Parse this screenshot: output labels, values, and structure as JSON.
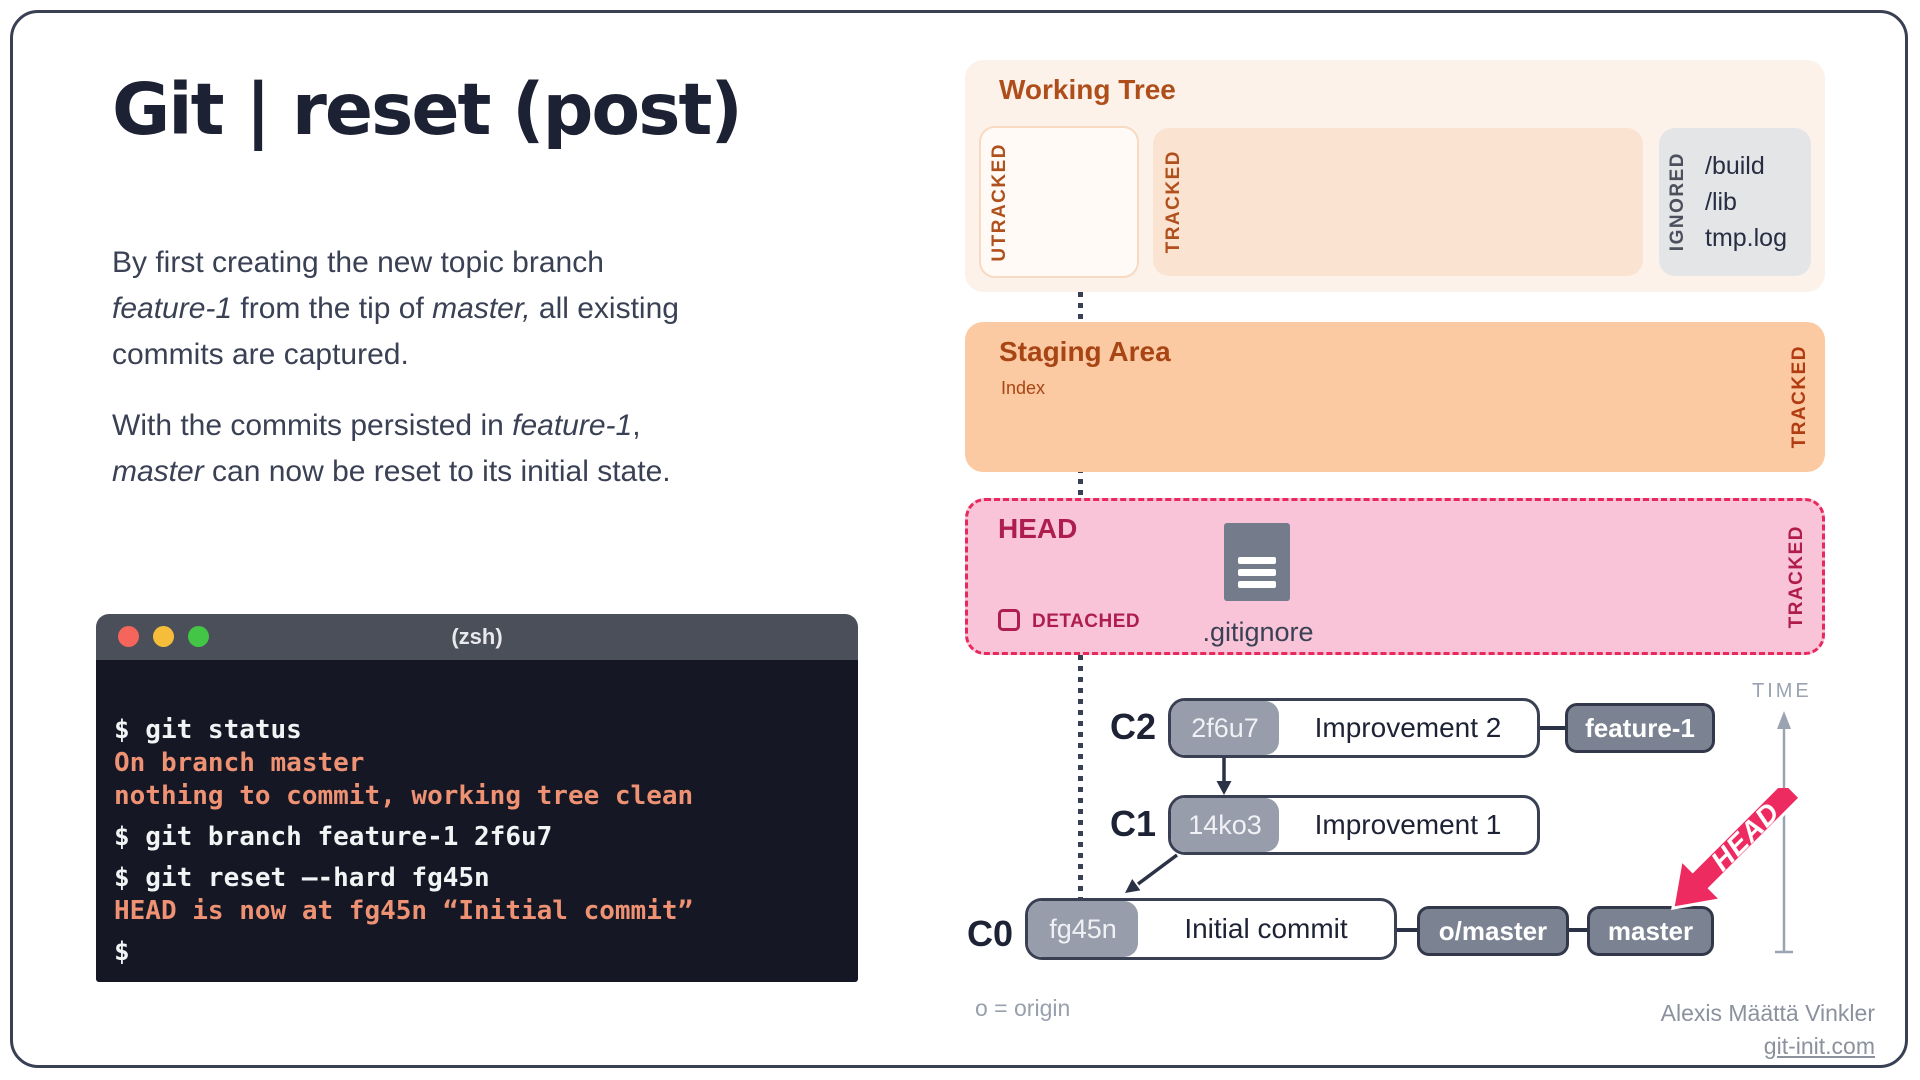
{
  "header": {
    "title": "Git | reset (post)"
  },
  "intro": {
    "paragraphs": [
      {
        "segments": [
          {
            "text": "By first creating the new topic branch"
          },
          {
            "br": true
          },
          {
            "text": "feature-1",
            "italic": true
          },
          {
            "text": " from the tip of "
          },
          {
            "text": "master,",
            "italic": true
          },
          {
            "text": " all existing"
          },
          {
            "br": true
          },
          {
            "text": "commits are captured."
          }
        ]
      },
      {
        "segments": [
          {
            "text": "With the commits persisted in "
          },
          {
            "text": "feature-1",
            "italic": true
          },
          {
            "text": ","
          },
          {
            "br": true
          },
          {
            "text": "master",
            "italic": true
          },
          {
            "text": " can now be reset to its initial state."
          }
        ]
      }
    ]
  },
  "terminal": {
    "title": "(zsh)",
    "traffic_lights": [
      "close",
      "minimize",
      "zoom"
    ],
    "lines": [
      {
        "text": "$ git status",
        "style": "cmd",
        "gap": false
      },
      {
        "text": "On branch master",
        "style": "out",
        "gap": false
      },
      {
        "text": "nothing to commit, working tree clean",
        "style": "out",
        "gap": false
      },
      {
        "text": "$ git branch feature-1 2f6u7",
        "style": "cmd",
        "gap": true
      },
      {
        "text": "$ git reset —-hard fg45n",
        "style": "cmd",
        "gap": true
      },
      {
        "text": "HEAD is now at fg45n “Initial commit”",
        "style": "out",
        "gap": false
      },
      {
        "text": "$",
        "style": "cmd",
        "gap": true
      }
    ]
  },
  "diagram": {
    "working_tree": {
      "title": "Working Tree",
      "untracked_label": "UTRACKED",
      "tracked_label": "TRACKED",
      "ignored_label": "IGNORED",
      "ignored_files": [
        "/build",
        "/lib",
        "tmp.log"
      ]
    },
    "staging_area": {
      "title": "Staging Area",
      "subtitle": "Index",
      "tracked_label": "TRACKED"
    },
    "head_panel": {
      "title": "HEAD",
      "detached_label": "DETACHED",
      "file_name": ".gitignore",
      "tracked_label": "TRACKED"
    },
    "time_label": "TIME",
    "commits": [
      {
        "label": "C2",
        "hash": "2f6u7",
        "message": "Improvement 2",
        "branch": "feature-1"
      },
      {
        "label": "C1",
        "hash": "14ko3",
        "message": "Improvement 1"
      },
      {
        "label": "C0",
        "hash": "fg45n",
        "message": "Initial commit",
        "branches": [
          "o/master",
          "master"
        ]
      }
    ],
    "head_pointer_label": "HEAD",
    "origin_note": "o = origin"
  },
  "footer": {
    "author": "Alexis Määttä Vinkler",
    "website": "git-init.com"
  },
  "colors": {
    "ink": "#1d2235",
    "card_border": "#3a4054",
    "working_tree_accent": "#ae4f1b",
    "staging_bg": "#fbc9a2",
    "staging_accent": "#a84515",
    "head_bg": "#f9c3d8",
    "head_border": "#e8295d",
    "head_accent": "#ad1e4e",
    "pointer_arrow": "#ee2b60",
    "hash_gray": "#979daa",
    "branch_gray": "#7b8292",
    "terminal_bg": "#151824",
    "terminal_titlebar": "#4b4f5a",
    "terminal_command": "#f2f3f5",
    "terminal_output": "#ef9273",
    "time_gray": "#9ba3b2"
  }
}
